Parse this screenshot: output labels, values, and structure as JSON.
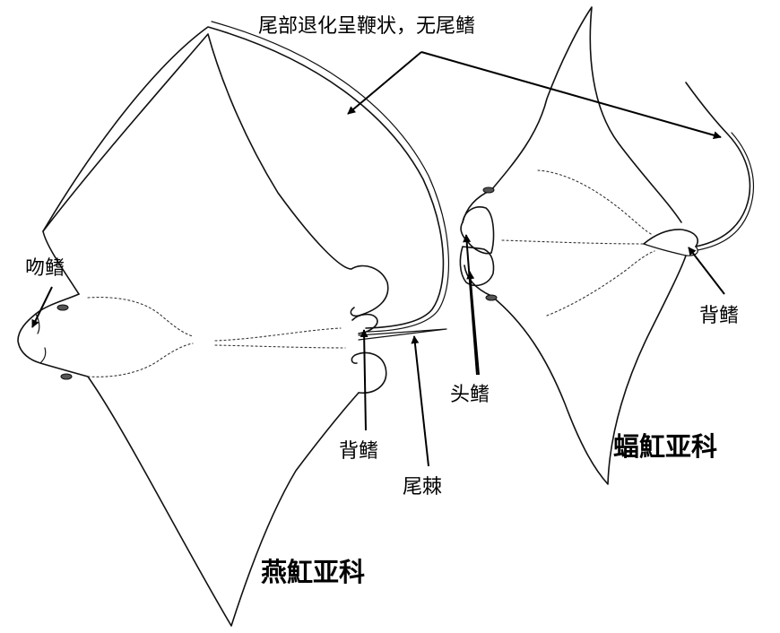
{
  "labels": {
    "tail_note": "尾部退化呈鞭状，无尾鳍",
    "snout_fin": "吻鳍",
    "dorsal_fin_left": "背鳍",
    "tail_spine": "尾棘",
    "head_fin": "头鳍",
    "dorsal_fin_right": "背鳍",
    "family_left": "燕魟亚科",
    "family_right": "蝠魟亚科"
  }
}
